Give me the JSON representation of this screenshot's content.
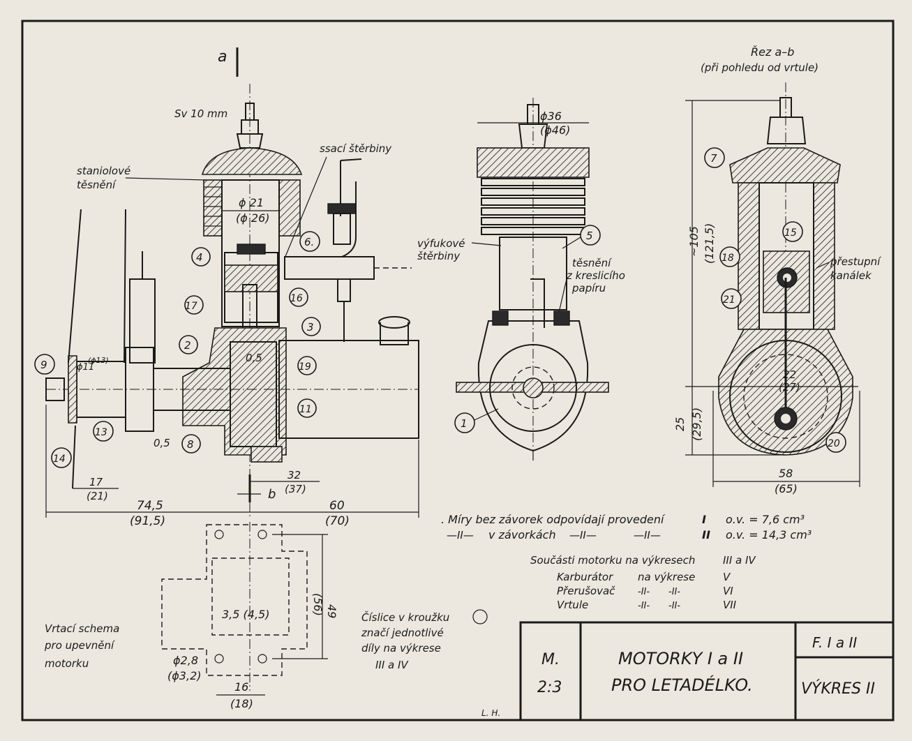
{
  "side_view": {
    "section_mark_a": "a",
    "section_mark_b": "b",
    "spark_plug": "Sv 10 mm",
    "seal_label": [
      "staniolové",
      "těsnění"
    ],
    "intake_slots": "ssací štěrbiny",
    "bore": "ϕ 21",
    "bore_alt": "(ϕ 26)",
    "gap": "0,5",
    "gap2": "0,5",
    "shaft_d": "ϕ11",
    "shaft_d_alt": "(ϕ13)",
    "dim_17": "17",
    "dim_21": "(21)",
    "dim_74": "74,5",
    "dim_91": "(91,5)",
    "dim_32": "32",
    "dim_37": "(37)",
    "dim_60": "60",
    "dim_70": "(70)",
    "parts": [
      "4",
      "17",
      "2",
      "6.",
      "16",
      "3",
      "19",
      "11",
      "9",
      "14",
      "13",
      "8"
    ]
  },
  "front_view": {
    "fin_d": "ϕ36",
    "fin_d_alt": "(ϕ46)",
    "exhaust_slots": [
      "výfukové",
      "štěrbiny"
    ],
    "paper_seal": [
      "těsnění",
      "z kreslicího",
      "papíru"
    ],
    "parts": [
      "5",
      "1"
    ]
  },
  "section_view": {
    "title": "Řez a–b",
    "subtitle": "(při pohledu od vrtule)",
    "transfer": [
      "přestupní",
      "kanálek"
    ],
    "dim_105": "~105",
    "dim_121": "(121,5)",
    "dim_25": "25",
    "dim_29": "(29,5)",
    "dim_22": "22",
    "dim_27": "(27)",
    "dim_58": "58",
    "dim_65": "(65)",
    "parts": [
      "7",
      "18",
      "15",
      "21",
      "20"
    ]
  },
  "mount_view": {
    "caption": [
      "Vrtací schema",
      "pro upevnění",
      "motorku"
    ],
    "center": "3,5 (4,5)",
    "dim_49": "49",
    "dim_56": "(56)",
    "hole": "ϕ2,8",
    "hole_alt": "(ϕ3,2)",
    "dim_16": "16",
    "dim_18": "(18)"
  },
  "notes": {
    "line1": ". Míry bez závorek odpovídají provedení",
    "roman1": "I",
    "vol1": "o.v. = 7,6 cm³",
    "line2_a": "—II—",
    "line2_b": "v závorkách",
    "line2_c": "—II—",
    "line2_d": "—II—",
    "roman2": "II",
    "vol2": "o.v. = 14,3 cm³",
    "parts_line": "Součásti motorku na výkresech",
    "parts_ref": "III a IV",
    "carb": "Karburátor",
    "carb_mid": "na výkrese",
    "carb_ref": "V",
    "breaker": "Přerušovač",
    "breaker_mid1": "-II-",
    "breaker_mid2": "-II-",
    "breaker_ref": "VI",
    "prop": "Vrtule",
    "prop_mid1": "-II-",
    "prop_mid2": "-II-",
    "prop_ref": "VII",
    "circle_note": [
      "Číslice v kroužku",
      "značí jednotlivé",
      "díly na výkrese",
      "III a IV"
    ]
  },
  "title_block": {
    "scale_label": "M.",
    "scale_value": "2:3",
    "title_line1": "MOTORKY I a II",
    "title_line2": "PRO LETADÉLKO.",
    "sheet_ref": "F. I a II",
    "drawing_no": "VÝKRES II",
    "signature": "L. H."
  }
}
